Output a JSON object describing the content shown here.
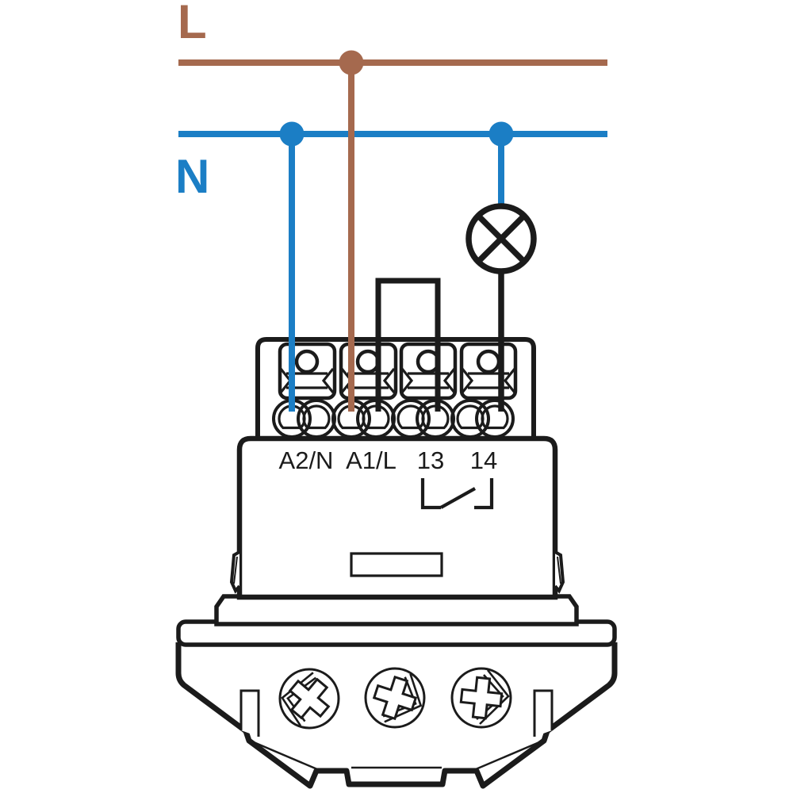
{
  "schematic": {
    "phase_label": "L",
    "neutral_label": "N",
    "terminal_labels": [
      "A2/N",
      "A1/L",
      "13",
      "14"
    ],
    "colors": {
      "phase": "#a5694e",
      "neutral": "#1b7ec5",
      "line": "#1b1b1b",
      "background": "#ffffff"
    },
    "icons": {
      "lamp": "lamp-circle-cross",
      "relay_contact": "normally-open-contact",
      "screw": "phillips-screw",
      "junction": "connection-dot"
    }
  }
}
